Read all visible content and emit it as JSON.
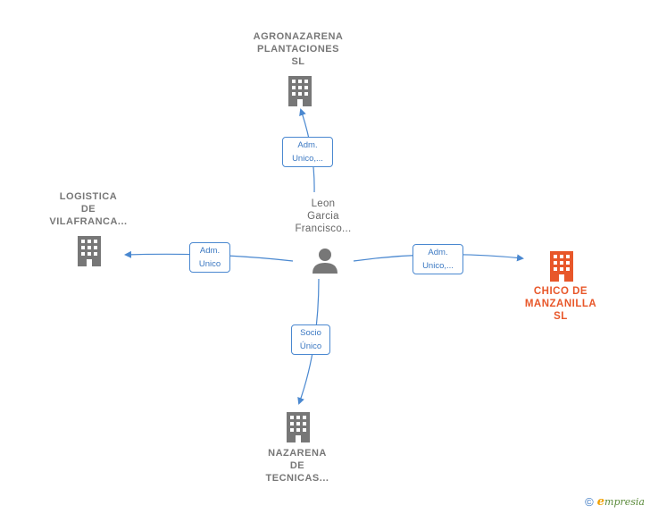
{
  "colors": {
    "edge": "#4a88d0",
    "company": "#777777",
    "main_company": "#e8572a",
    "person": "#666666"
  },
  "person": {
    "name_lines": [
      "Leon",
      "Garcia",
      "Francisco..."
    ],
    "icon": "person-icon"
  },
  "companies": [
    {
      "id": "agronazarena",
      "lines": [
        "AGRONAZARENA",
        "PLANTACIONES",
        "SL"
      ],
      "icon": "building-icon"
    },
    {
      "id": "logistica",
      "lines": [
        "LOGISTICA",
        "DE",
        "VILAFRANCA..."
      ],
      "icon": "building-icon"
    },
    {
      "id": "chico",
      "lines": [
        "CHICO DE",
        "MANZANILLA",
        "SL"
      ],
      "icon": "building-icon",
      "main": true
    },
    {
      "id": "nazarena",
      "lines": [
        "NAZARENA",
        "DE",
        "TECNICAS..."
      ],
      "icon": "building-icon"
    }
  ],
  "edges": [
    {
      "to": "agronazarena",
      "label": [
        "Adm.",
        "Unico,..."
      ]
    },
    {
      "to": "logistica",
      "label": [
        "Adm.",
        "Unico"
      ]
    },
    {
      "to": "chico",
      "label": [
        "Adm.",
        "Unico,..."
      ]
    },
    {
      "to": "nazarena",
      "label": [
        "Socio",
        "Único"
      ]
    }
  ],
  "footer": {
    "copyright": "©",
    "brand_initial": "e",
    "brand_rest": "mpresia"
  }
}
